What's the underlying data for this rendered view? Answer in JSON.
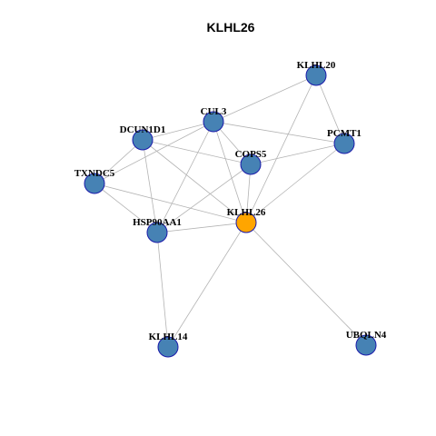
{
  "title": "KLHL26",
  "colors": {
    "node_default": "#4682b4",
    "node_center": "#ffa500",
    "node_border": "#1a1aaa",
    "edge": "#b3b3b3"
  },
  "nodes": [
    {
      "id": "KLHL26",
      "label": "KLHL26",
      "center": true
    },
    {
      "id": "KLHL20",
      "label": "KLHL20"
    },
    {
      "id": "CUL3",
      "label": "CUL3"
    },
    {
      "id": "DCUN1D1",
      "label": "DCUN1D1"
    },
    {
      "id": "PCMT1",
      "label": "PCMT1"
    },
    {
      "id": "COPS5",
      "label": "COPS5"
    },
    {
      "id": "TXNDC5",
      "label": "TXNDC5"
    },
    {
      "id": "HSP90AA1",
      "label": "HSP90AA1"
    },
    {
      "id": "KLHL14",
      "label": "KLHL14"
    },
    {
      "id": "UBQLN4",
      "label": "UBQLN4"
    }
  ],
  "edges": [
    [
      "KLHL20",
      "CUL3"
    ],
    [
      "KLHL20",
      "PCMT1"
    ],
    [
      "KLHL20",
      "KLHL26"
    ],
    [
      "CUL3",
      "DCUN1D1"
    ],
    [
      "CUL3",
      "PCMT1"
    ],
    [
      "CUL3",
      "COPS5"
    ],
    [
      "CUL3",
      "TXNDC5"
    ],
    [
      "CUL3",
      "HSP90AA1"
    ],
    [
      "CUL3",
      "KLHL26"
    ],
    [
      "DCUN1D1",
      "COPS5"
    ],
    [
      "DCUN1D1",
      "TXNDC5"
    ],
    [
      "DCUN1D1",
      "HSP90AA1"
    ],
    [
      "DCUN1D1",
      "KLHL26"
    ],
    [
      "PCMT1",
      "COPS5"
    ],
    [
      "PCMT1",
      "KLHL26"
    ],
    [
      "COPS5",
      "HSP90AA1"
    ],
    [
      "COPS5",
      "KLHL26"
    ],
    [
      "TXNDC5",
      "HSP90AA1"
    ],
    [
      "TXNDC5",
      "KLHL26"
    ],
    [
      "HSP90AA1",
      "KLHL26"
    ],
    [
      "HSP90AA1",
      "KLHL14"
    ],
    [
      "KLHL26",
      "KLHL14"
    ],
    [
      "KLHL26",
      "UBQLN4"
    ]
  ]
}
